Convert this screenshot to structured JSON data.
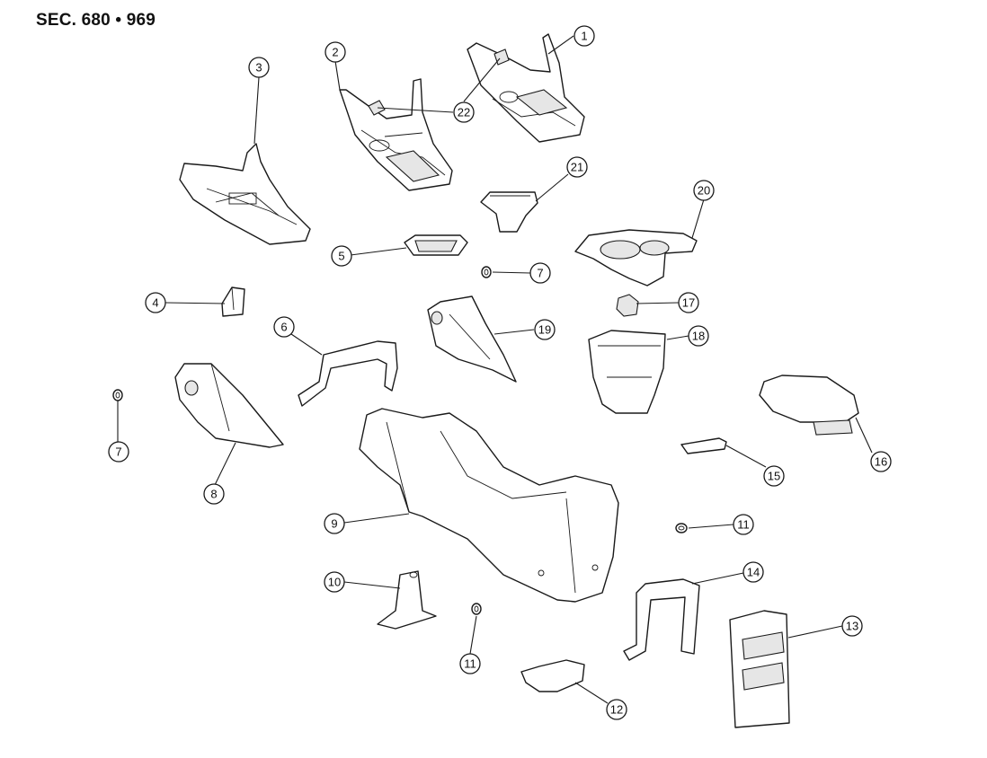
{
  "header": {
    "section_label": "SEC. 680 • 969"
  },
  "callouts": [
    "1",
    "2",
    "3",
    "4",
    "5",
    "6",
    "7",
    "7",
    "8",
    "9",
    "10",
    "11",
    "11",
    "12",
    "13",
    "14",
    "15",
    "16",
    "17",
    "18",
    "19",
    "20",
    "21",
    "22"
  ]
}
